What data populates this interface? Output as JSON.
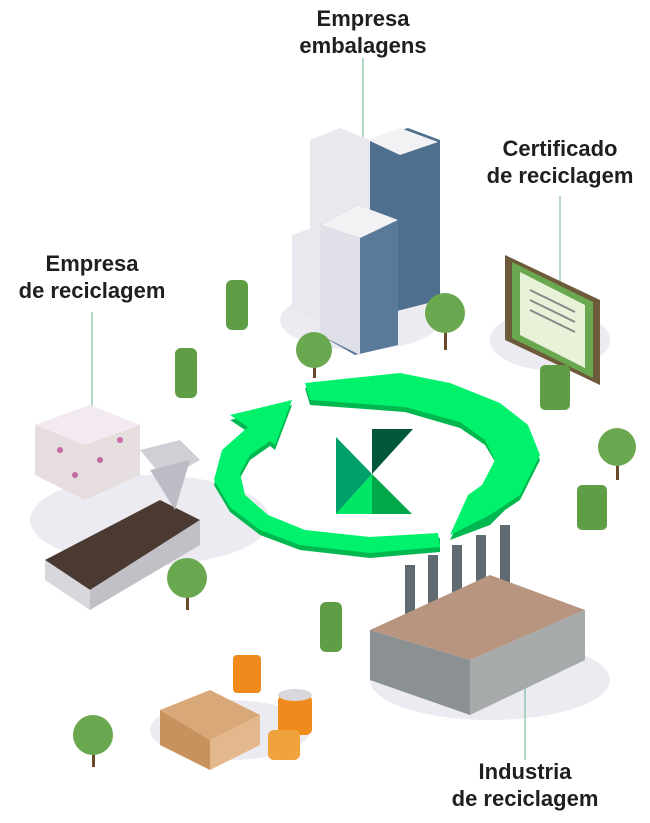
{
  "labels": {
    "packaging_company": [
      "Empresa",
      "embalagens"
    ],
    "certificate": [
      "Certificado",
      "de reciclagem"
    ],
    "recycling_company": [
      "Empresa",
      "de reciclagem"
    ],
    "recycling_industry": [
      "Industria",
      "de reciclagem"
    ]
  },
  "colors": {
    "arrow": "#00f26c",
    "arrow_shadow": "#00b84f",
    "logo_dark": "#00573a",
    "logo_mid": "#00a06a",
    "logo_green": "#00a84a",
    "logo_light": "#00e765",
    "leader": "#7fbf9a"
  }
}
